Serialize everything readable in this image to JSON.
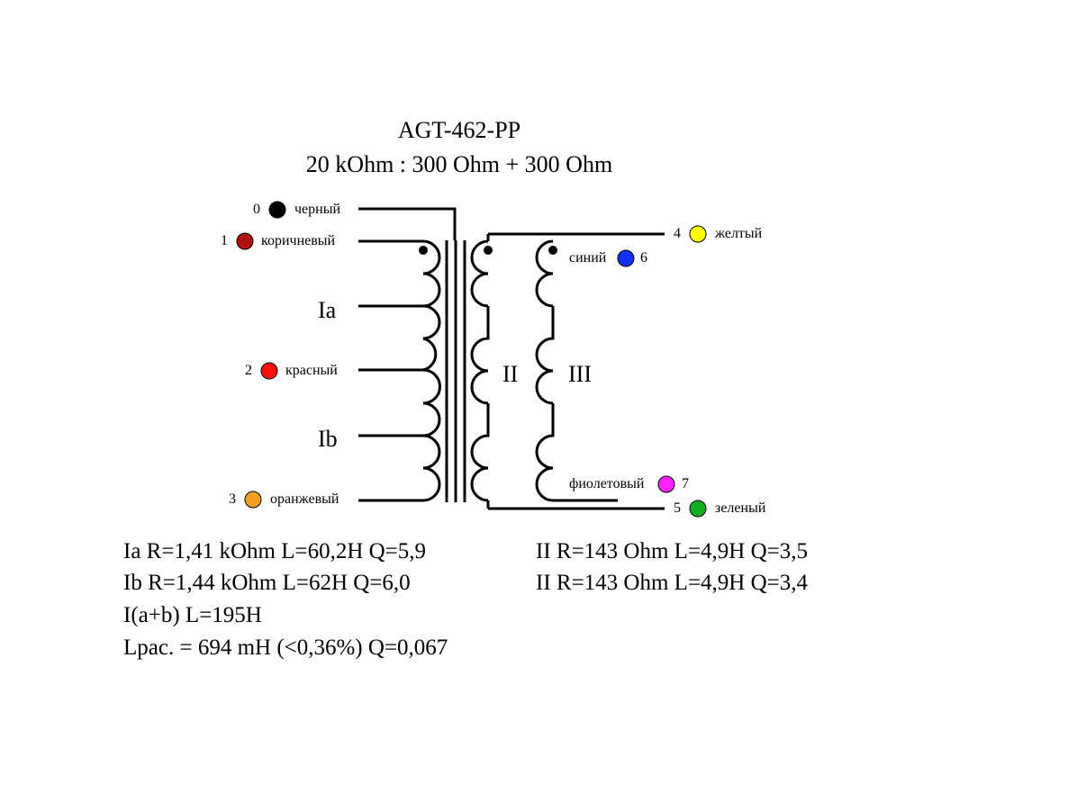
{
  "title": "AGT-462-PP",
  "subtitle": "20 kOhm : 300 Ohm + 300 Ohm",
  "terminals": [
    {
      "number": "0",
      "color_name": "черный",
      "color": "#000000"
    },
    {
      "number": "1",
      "color_name": "коричневый",
      "color": "#b01010"
    },
    {
      "number": "2",
      "color_name": "красный",
      "color": "#ff1010"
    },
    {
      "number": "3",
      "color_name": "оранжевый",
      "color": "#f0a020"
    },
    {
      "number": "4",
      "color_name": "желтый",
      "color": "#ffff00"
    },
    {
      "number": "5",
      "color_name": "зеленый",
      "color": "#10b020"
    },
    {
      "number": "6",
      "color_name": "синий",
      "color": "#1030ff"
    },
    {
      "number": "7",
      "color_name": "фиолетовый",
      "color": "#ff20ff"
    }
  ],
  "windings": {
    "ia": "Ia",
    "ib": "Ib",
    "ii": "II",
    "iii": "III"
  },
  "specs": {
    "ia": "Ia R=1,41 kOhm L=60,2H Q=5,9",
    "ib": "Ib R=1,44 kOhm L=62H Q=6,0",
    "iab": "I(a+b) L=195H",
    "lpac": "Lрас. = 694 mH (<0,36%) Q=0,067",
    "ii_a": "II R=143 Ohm L=4,9H Q=3,5",
    "ii_b": "II R=143 Ohm L=4,9H Q=3,4"
  }
}
